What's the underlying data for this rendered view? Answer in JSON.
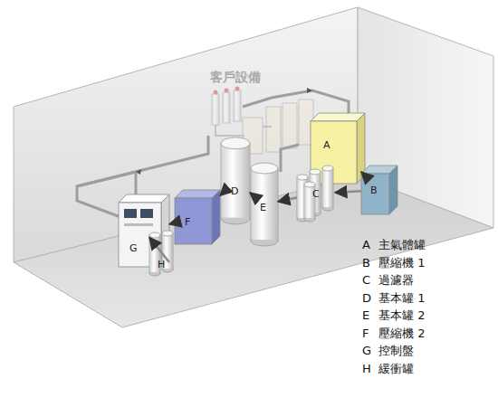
{
  "diagram": {
    "nodes": [
      {
        "text": [
          "A"
        ]
      },
      {
        "text": [
          "B"
        ]
      },
      {
        "text": [
          "C"
        ]
      },
      {
        "text": [
          "D"
        ]
      },
      {
        "text": [
          "E"
        ]
      },
      {
        "text": [
          "F"
        ]
      },
      {
        "text": [
          "G"
        ]
      },
      {
        "text": [
          "H"
        ]
      }
    ],
    "edges": [
      {
        "from": 0,
        "to": 1,
        "arrow": "to"
      },
      {
        "from": 1,
        "to": 2,
        "arrow": "to"
      },
      {
        "from": 2,
        "to": 4,
        "arrow": "to"
      },
      {
        "from": 4,
        "to": 3,
        "arrow": "to"
      },
      {
        "from": 3,
        "to": 5,
        "arrow": "to"
      },
      {
        "from": 5,
        "to": 6,
        "arrow": "to"
      },
      {
        "from": 6,
        "to": 7,
        "arrow": "to"
      }
    ],
    "labels": [
      "客戶設備",
      "A",
      "主氣體罐",
      "B",
      "壓縮機 1",
      "C",
      "過濾器",
      "D",
      "基本罐 1",
      "E",
      "基本罐 2",
      "F",
      "壓縮機 2",
      "G",
      "控制盤",
      "H",
      "緩衝罐"
    ]
  }
}
